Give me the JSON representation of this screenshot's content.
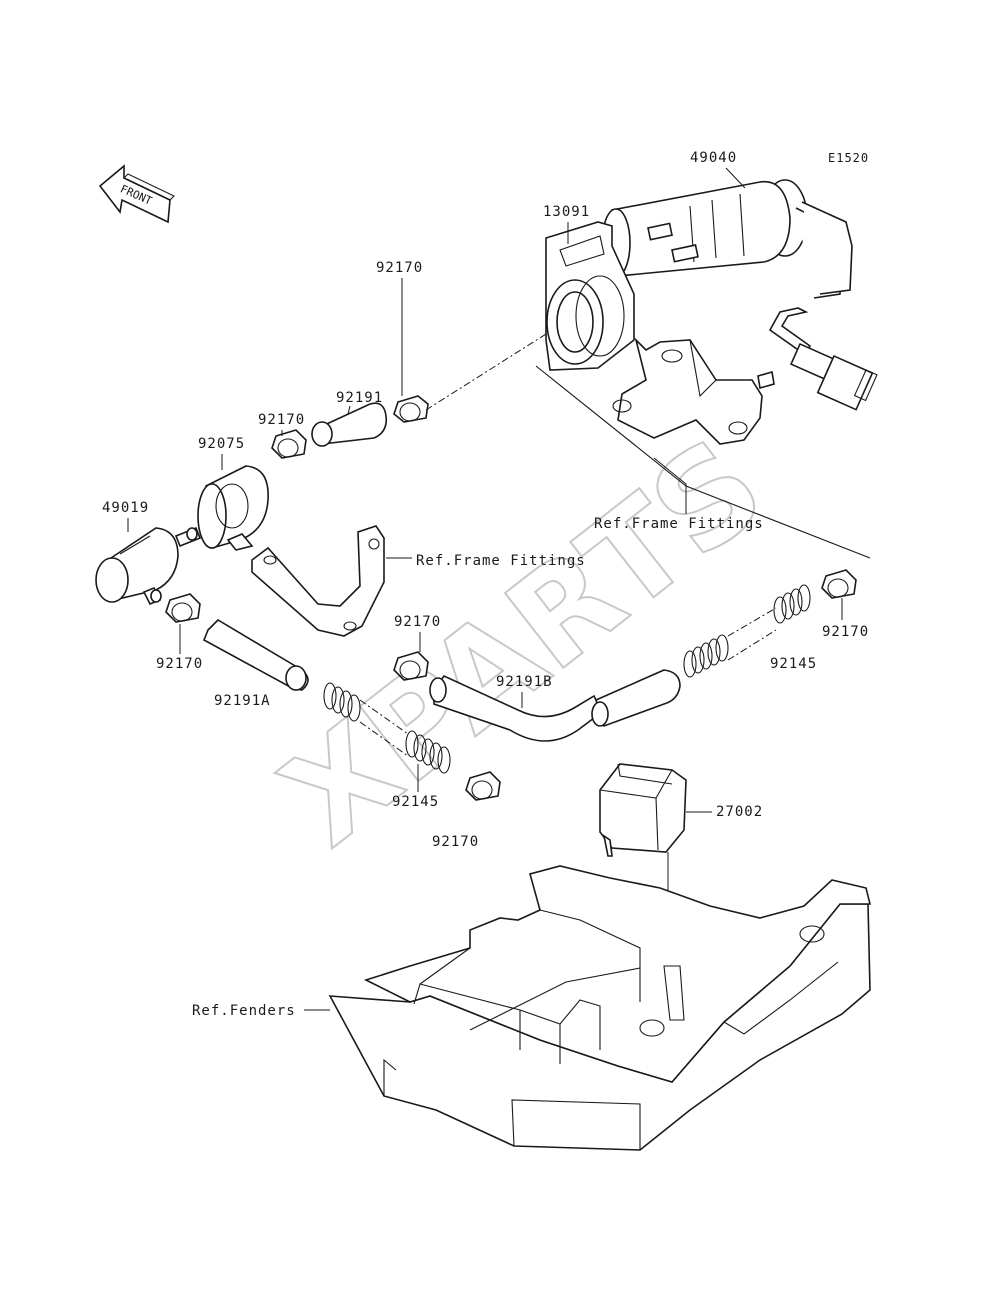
{
  "diagram": {
    "code": "E1520",
    "front_label": "FRONT",
    "watermark": "XPARTS",
    "labels": {
      "p49040": "49040",
      "p13091": "13091",
      "p92170_a": "92170",
      "p92191": "92191",
      "p92170_b": "92170",
      "p92075": "92075",
      "p49019": "49019",
      "p92170_c": "92170",
      "p92191A": "92191A",
      "ref_frame_1": "Ref.Frame Fittings",
      "ref_frame_2": "Ref.Frame Fittings",
      "p92170_d": "92170",
      "p92191B": "92191B",
      "p92145_a": "92145",
      "p92170_e": "92170",
      "p92145_b": "92145",
      "p92170_f": "92170",
      "p27002": "27002",
      "ref_fenders": "Ref.Fenders"
    }
  }
}
